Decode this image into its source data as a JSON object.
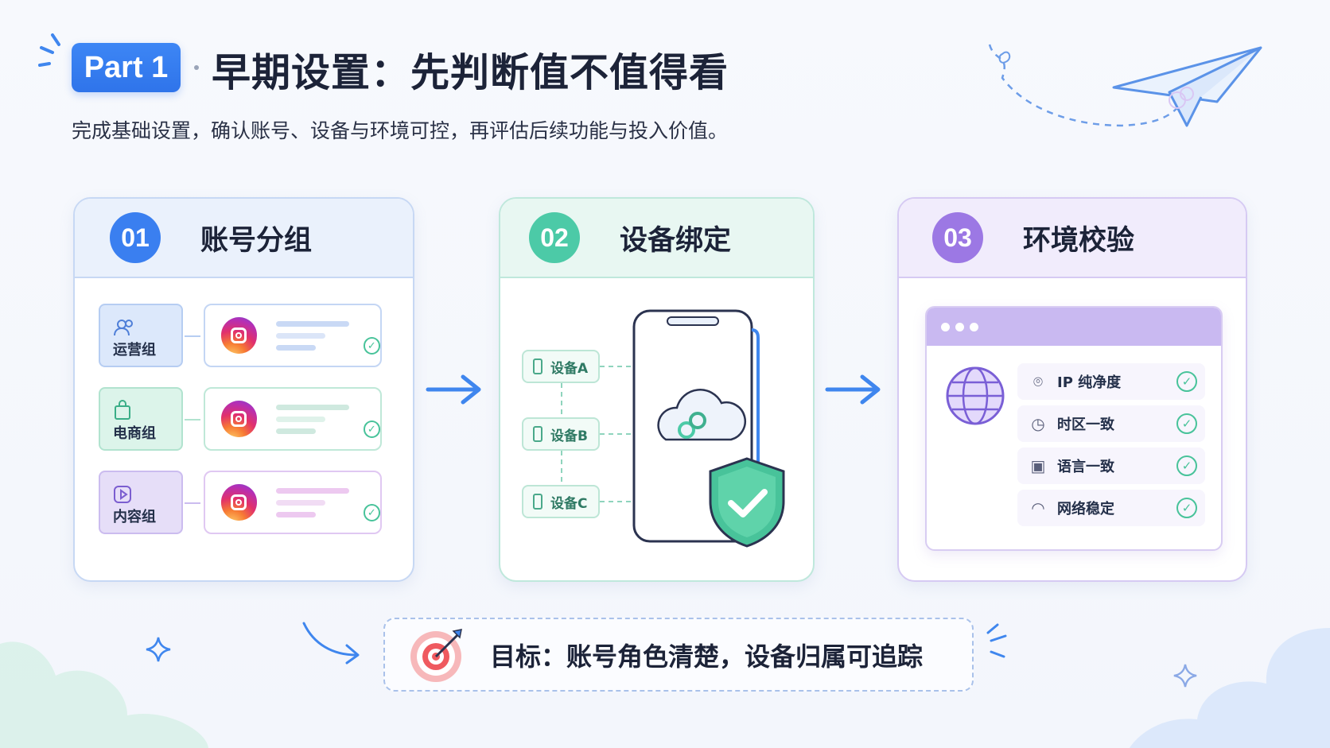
{
  "header": {
    "badge": "Part 1",
    "title": "早期设置：先判断值不值得看",
    "subtitle": "完成基础设置，确认账号、设备与环境可控，再评估后续功能与投入价值。"
  },
  "cards": [
    {
      "number": "01",
      "title": "账号分组",
      "groups": [
        {
          "label": "运营组",
          "icon": "users-icon"
        },
        {
          "label": "电商组",
          "icon": "shopping-bag-icon"
        },
        {
          "label": "内容组",
          "icon": "play-icon"
        }
      ],
      "account_icon": "instagram-icon"
    },
    {
      "number": "02",
      "title": "设备绑定",
      "devices": [
        "设备A",
        "设备B",
        "设备C"
      ]
    },
    {
      "number": "03",
      "title": "环境校验",
      "checks": [
        {
          "label": "IP 纯净度",
          "icon": "location-pin-icon"
        },
        {
          "label": "时区一致",
          "icon": "clock-icon"
        },
        {
          "label": "语言一致",
          "icon": "translate-icon"
        },
        {
          "label": "网络稳定",
          "icon": "wifi-icon"
        }
      ]
    }
  ],
  "goal": {
    "text": "目标：账号角色清楚，设备归属可追踪",
    "icon": "target-icon"
  },
  "colors": {
    "blue": "#3a7ff0",
    "green": "#4ccaa7",
    "purple": "#9c78e4"
  }
}
